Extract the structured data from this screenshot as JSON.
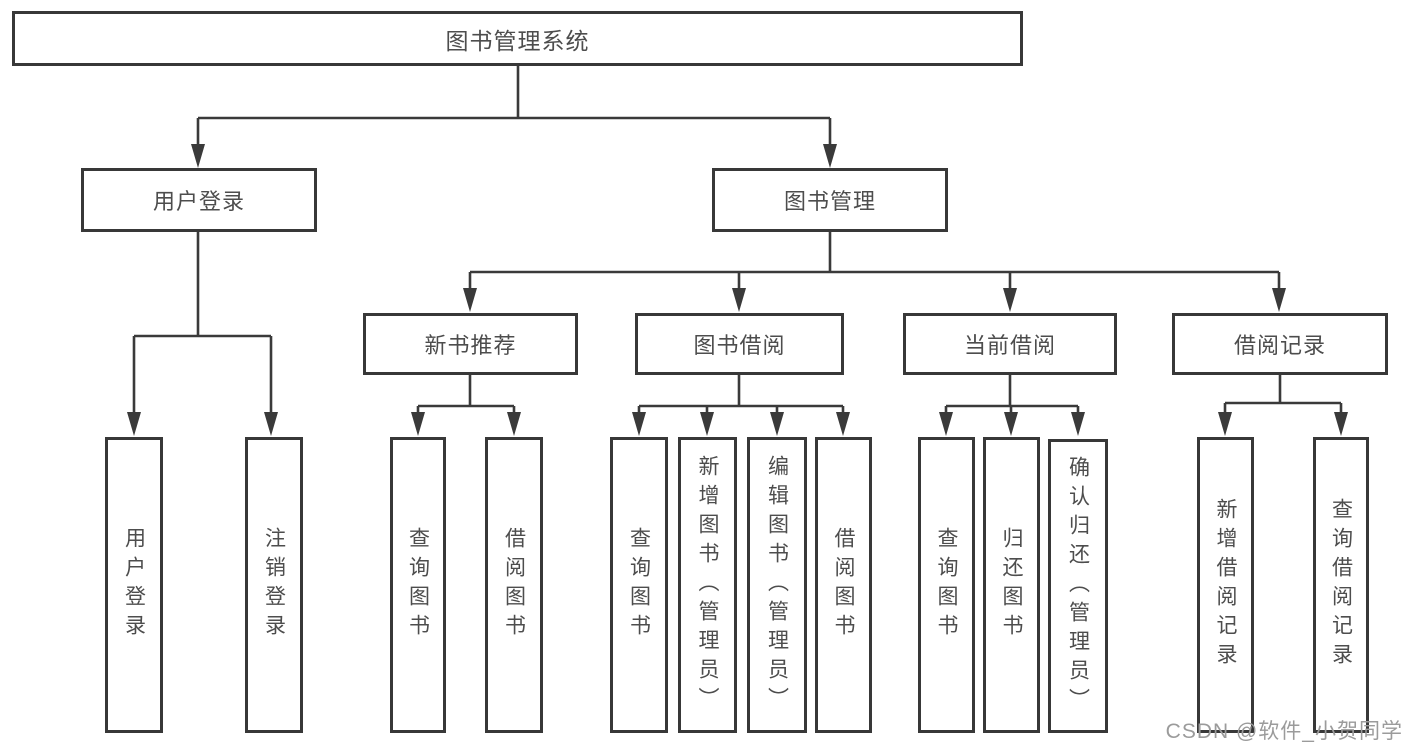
{
  "diagram": {
    "root": "图书管理系统",
    "level2": {
      "user_login": "用户登录",
      "book_management": "图书管理"
    },
    "level3": {
      "new_book_recommend": "新书推荐",
      "book_borrow": "图书借阅",
      "current_borrow": "当前借阅",
      "borrow_records": "借阅记录"
    },
    "leaves": {
      "user_login": [
        "用户登录",
        "注销登录"
      ],
      "new_book_recommend": [
        "查询图书",
        "借阅图书"
      ],
      "book_borrow": [
        "查询图书",
        "新增图书（管理员）",
        "编辑图书（管理员）",
        "借阅图书"
      ],
      "current_borrow": [
        "查询图书",
        "归还图书",
        "确认归还（管理员）"
      ],
      "borrow_records": [
        "新增借阅记录",
        "查询借阅记录"
      ]
    }
  },
  "watermark": "CSDN @软件_小贺同学",
  "colors": {
    "line": "#3a3a3a",
    "border": "#383838",
    "text": "#4d4d4d",
    "background": "#ffffff",
    "watermark": "#9b9b9b"
  }
}
